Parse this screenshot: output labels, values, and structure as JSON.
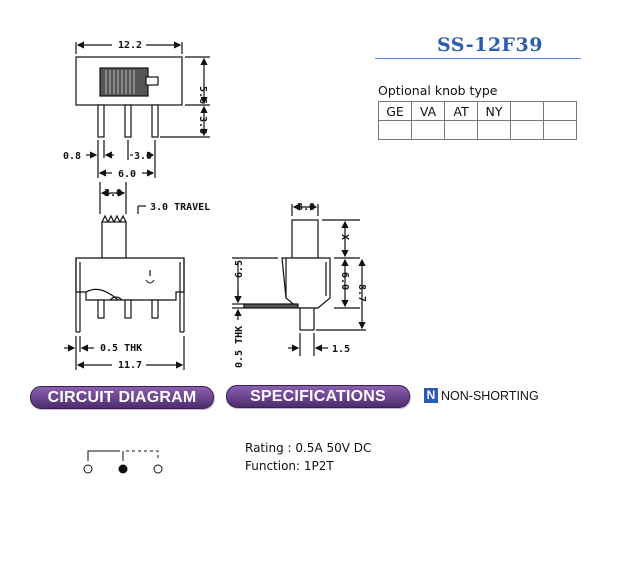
{
  "title": "SS-12F39",
  "knob": {
    "caption": "Optional knob type",
    "types": [
      "GE",
      "VA",
      "AT",
      "NY",
      "",
      ""
    ]
  },
  "sections": {
    "circuit": "CIRCUIT DIAGRAM",
    "specs": "SPECIFICATIONS",
    "badge": "N",
    "nonshorting": "NON-SHORTING"
  },
  "specs": {
    "rating": "Rating : 0.5A 50V DC",
    "function": "Function: 1P2T"
  },
  "dimensions": {
    "top_width": "12.2",
    "body_height": "5.6",
    "pin_length": "3.8",
    "pin_width": "0.8",
    "pitch": "3.0",
    "pin_span": "6.0",
    "knob_width": "3.0",
    "travel": "3.0 TRAVEL",
    "front_height": "6.5",
    "thickness": "0.5 THK",
    "base_width": "11.7",
    "side_knob": "3.0",
    "x_mark": "X",
    "side_body": "6.0",
    "side_total": "8.7",
    "side_thk": "0.5 THK",
    "side_offset": "1.5"
  },
  "colors": {
    "title": "#2a5db0",
    "pill": "#5b3580"
  }
}
